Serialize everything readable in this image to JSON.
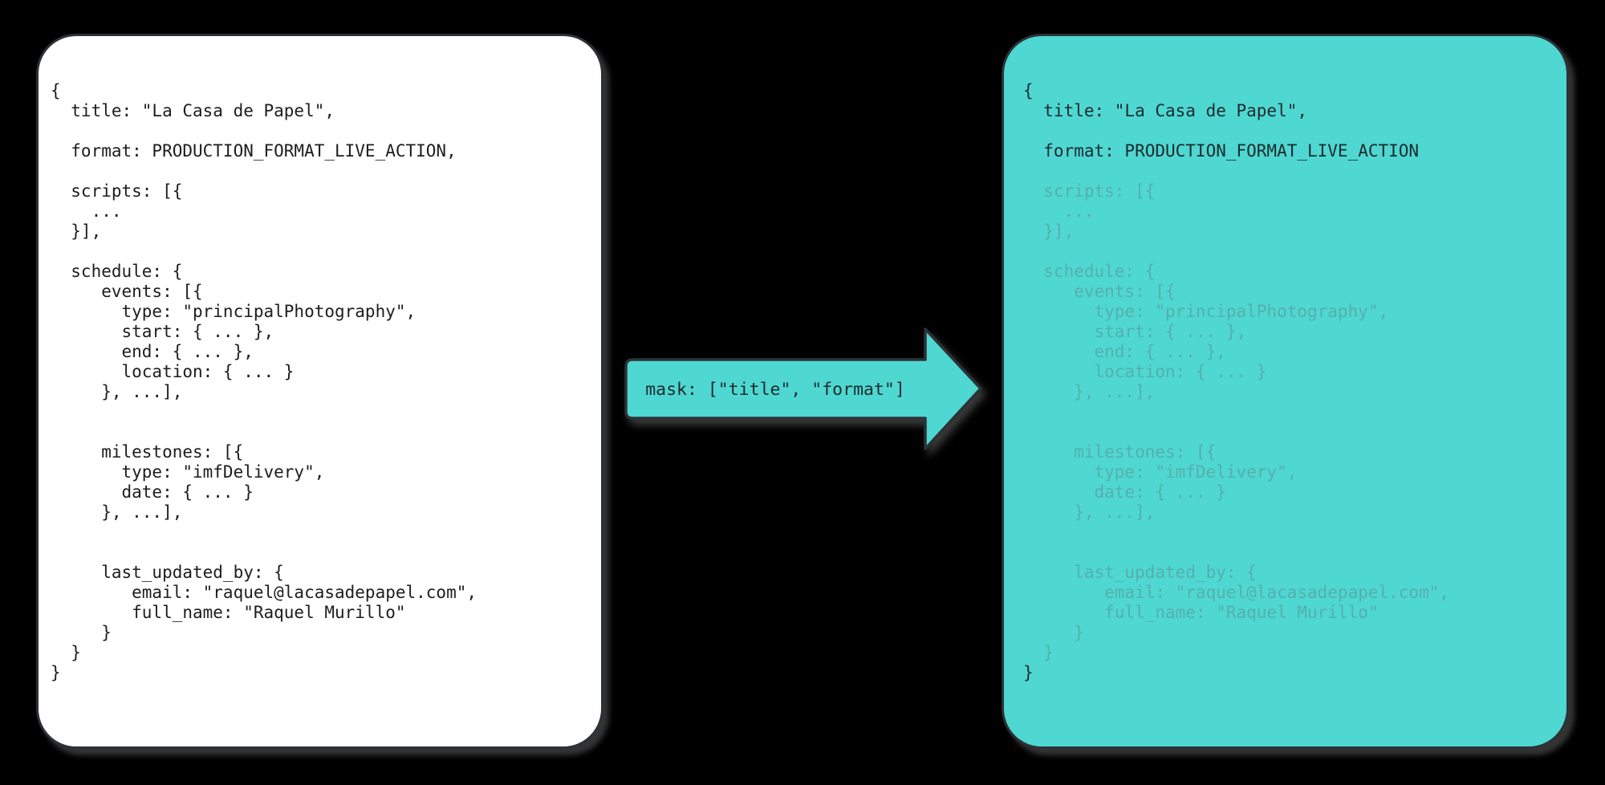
{
  "colors": {
    "background": "#000000",
    "left_panel_bg": "#ffffff",
    "teal": "#4fd7d2",
    "outline": "#2b3236",
    "text_dark": "#1d1d1d",
    "text_dark_teal": "#1e2b2b",
    "text_masked": "#55b0ad"
  },
  "arrow": {
    "label": "mask: [\"title\", \"format\"]"
  },
  "code_lines": [
    {
      "text": "{",
      "masked": false
    },
    {
      "text": "  title: \"La Casa de Papel\",",
      "masked": false
    },
    {
      "text": "",
      "masked": false
    },
    {
      "text": "  format: PRODUCTION_FORMAT_LIVE_ACTION,",
      "right_text": "  format: PRODUCTION_FORMAT_LIVE_ACTION",
      "masked": false
    },
    {
      "text": "",
      "masked": false
    },
    {
      "text": "  scripts: [{",
      "masked": true
    },
    {
      "text": "    ...",
      "masked": true
    },
    {
      "text": "  }],",
      "masked": true
    },
    {
      "text": "",
      "masked": true
    },
    {
      "text": "  schedule: {",
      "masked": true
    },
    {
      "text": "     events: [{",
      "masked": true
    },
    {
      "text": "       type: \"principalPhotography\",",
      "masked": true
    },
    {
      "text": "       start: { ... },",
      "masked": true
    },
    {
      "text": "       end: { ... },",
      "masked": true
    },
    {
      "text": "       location: { ... }",
      "masked": true
    },
    {
      "text": "     }, ...],",
      "masked": true
    },
    {
      "text": "",
      "masked": true
    },
    {
      "text": "",
      "masked": true
    },
    {
      "text": "     milestones: [{",
      "masked": true
    },
    {
      "text": "       type: \"imfDelivery\",",
      "masked": true
    },
    {
      "text": "       date: { ... }",
      "masked": true
    },
    {
      "text": "     }, ...],",
      "masked": true
    },
    {
      "text": "",
      "masked": true
    },
    {
      "text": "",
      "masked": true
    },
    {
      "text": "     last_updated_by: {",
      "masked": true
    },
    {
      "text": "        email: \"raquel@lacasadepapel.com\",",
      "masked": true
    },
    {
      "text": "        full_name: \"Raquel Murillo\"",
      "masked": true
    },
    {
      "text": "     }",
      "masked": true
    },
    {
      "text": "  }",
      "masked": true
    },
    {
      "text": "}",
      "masked": false
    }
  ]
}
